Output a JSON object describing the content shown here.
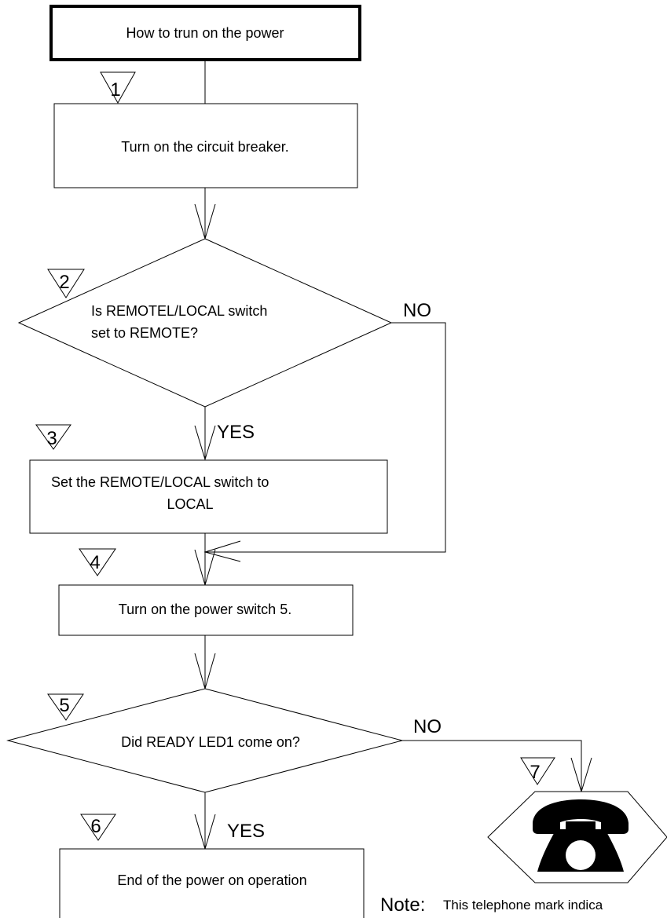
{
  "flowchart": {
    "title": "How to trun on the power",
    "steps": {
      "s1": "Turn on the circuit breaker.",
      "d2": [
        "Is REMOTEL/LOCAL switch",
        "set to REMOTE?"
      ],
      "s3": [
        "Set the REMOTE/LOCAL switch to",
        "LOCAL"
      ],
      "s4": "Turn on the power switch 5.",
      "d5": "Did READY LED1 come on?",
      "s6": "End of the power on operation"
    },
    "markers": [
      "1",
      "2",
      "3",
      "4",
      "5",
      "6",
      "7"
    ],
    "labels": {
      "no": "NO",
      "yes": "YES"
    },
    "telephone_icon": "telephone-icon",
    "note": {
      "prefix": "Note:",
      "text": "This telephone mark indica"
    }
  }
}
